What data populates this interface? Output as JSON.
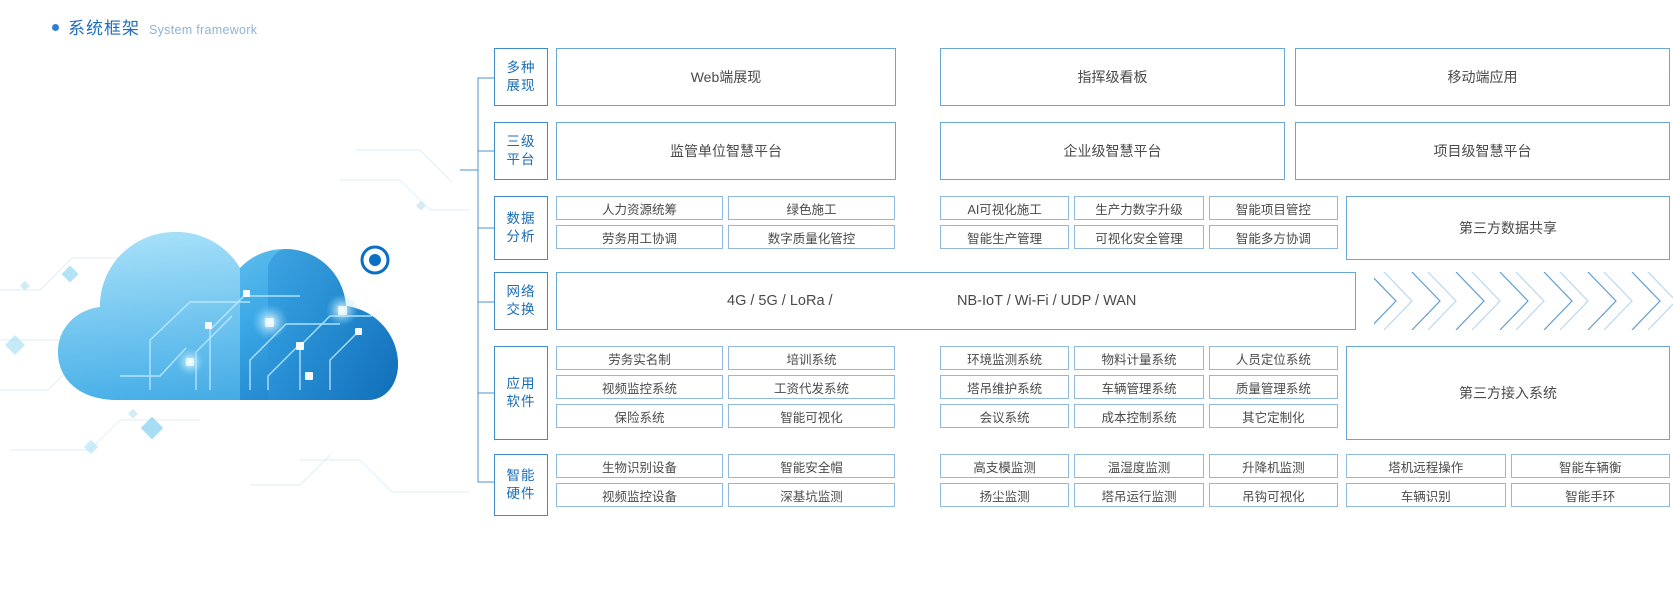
{
  "header": {
    "bullet": "bullet-dot",
    "title_zh": "系统框架",
    "title_en": "System framework"
  },
  "artwork": {
    "name": "cloud-network-illustration",
    "node_color": "#0b6fc4",
    "cloud_color_light": "#5ec3ef",
    "cloud_color_dark": "#1a7fc8"
  },
  "colors": {
    "accent": "#1a6cb5",
    "border_category": "#3f8ccb",
    "border_box": "#6aa6d6",
    "border_chip": "#8fb9de",
    "text": "#4a4a4a"
  },
  "rows": [
    {
      "category": [
        "多种",
        "展现"
      ],
      "type": "big3",
      "boxes": [
        "Web端展现",
        "指挥级看板",
        "移动端应用"
      ]
    },
    {
      "category": [
        "三级",
        "平台"
      ],
      "type": "big3",
      "boxes": [
        "监管单位智慧平台",
        "企业级智慧平台",
        "项目级智慧平台"
      ]
    },
    {
      "category": [
        "数据",
        "分析"
      ],
      "type": "chips",
      "left": [
        [
          "人力资源统筹",
          "绿色施工"
        ],
        [
          "劳务用工协调",
          "数字质量化管控"
        ]
      ],
      "middle": [
        [
          "AI可视化施工",
          "生产力数字升级",
          "智能项目管控"
        ],
        [
          "智能生产管理",
          "可视化安全管理",
          "智能多方协调"
        ]
      ],
      "aside": "第三方数据共享"
    },
    {
      "category": [
        "网络",
        "交换"
      ],
      "type": "network",
      "text1": "4G / 5G / LoRa /",
      "text2": "NB-IoT / Wi-Fi / UDP / WAN",
      "chevron_count": 7
    },
    {
      "category": [
        "应用",
        "软件"
      ],
      "type": "chips",
      "left": [
        [
          "劳务实名制",
          "培训系统"
        ],
        [
          "视频监控系统",
          "工资代发系统"
        ],
        [
          "保险系统",
          "智能可视化"
        ]
      ],
      "middle": [
        [
          "环境监测系统",
          "物料计量系统",
          "人员定位系统"
        ],
        [
          "塔吊维护系统",
          "车辆管理系统",
          "质量管理系统"
        ],
        [
          "会议系统",
          "成本控制系统",
          "其它定制化"
        ]
      ],
      "aside": "第三方接入系统"
    },
    {
      "category": [
        "智能",
        "硬件"
      ],
      "type": "hardware",
      "left": [
        [
          "生物识别设备",
          "智能安全帽"
        ],
        [
          "视频监控设备",
          "深基坑监测"
        ]
      ],
      "middle": [
        [
          "高支模监测",
          "温湿度监测",
          "升降机监测"
        ],
        [
          "扬尘监测",
          "塔吊运行监测",
          "吊钩可视化"
        ]
      ],
      "right": [
        [
          "塔机远程操作",
          "智能车辆衡"
        ],
        [
          "车辆识别",
          "智能手环"
        ]
      ]
    }
  ]
}
